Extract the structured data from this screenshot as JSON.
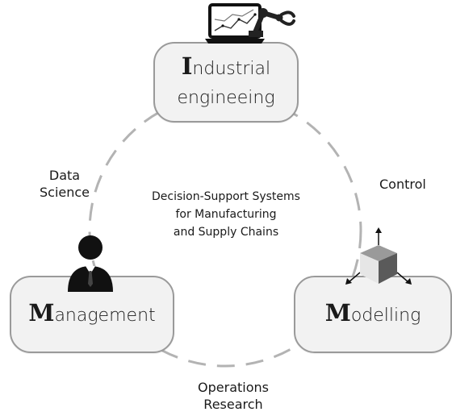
{
  "nodes": {
    "industrial": {
      "initial": "I",
      "line1_rest": "ndustrial",
      "line2": "engineeing",
      "icon": "laptop-robot-arm-icon"
    },
    "management": {
      "initial": "M",
      "rest": "anagement",
      "icon": "person-icon"
    },
    "modelling": {
      "initial": "M",
      "rest": "odelling",
      "icon": "cube-axes-icon"
    }
  },
  "edges": {
    "data_science": {
      "line1": "Data",
      "line2": "Science"
    },
    "control": {
      "text": "Control"
    },
    "operations_research": {
      "line1": "Operations",
      "line2": "Research"
    }
  },
  "center": {
    "line1": "Decision-Support Systems",
    "line2": "for Manufacturing",
    "line3": "and Supply Chains"
  },
  "colors": {
    "node_fill": "#f2f2f2",
    "node_border": "#9a9a9a",
    "dash": "#b3b3b3",
    "text": "#1a1a1a"
  }
}
